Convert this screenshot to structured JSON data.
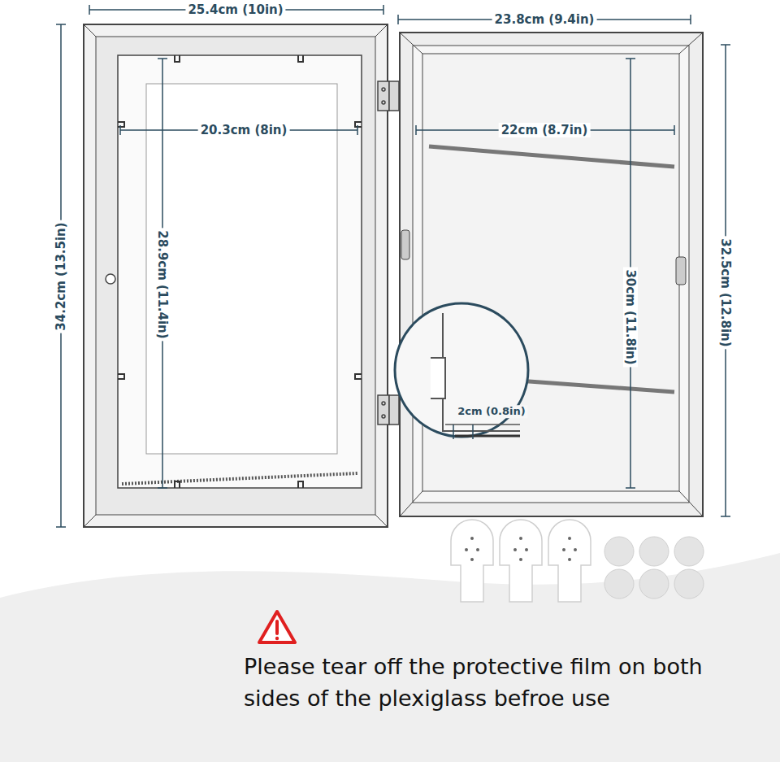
{
  "diagram": {
    "labels": [
      "25.4cm (10in)",
      "23.8cm (9.4in)",
      "20.3cm (8in)",
      "22cm (8.7in)",
      "34.2cm (13.5in)",
      "28.9cm (11.4in)",
      "30cm (11.8in)",
      "32.5cm (12.8in)",
      "2cm (0.8in)",
      "Please tear off the protective film on both sides of the plexiglass befroe use"
    ]
  }
}
